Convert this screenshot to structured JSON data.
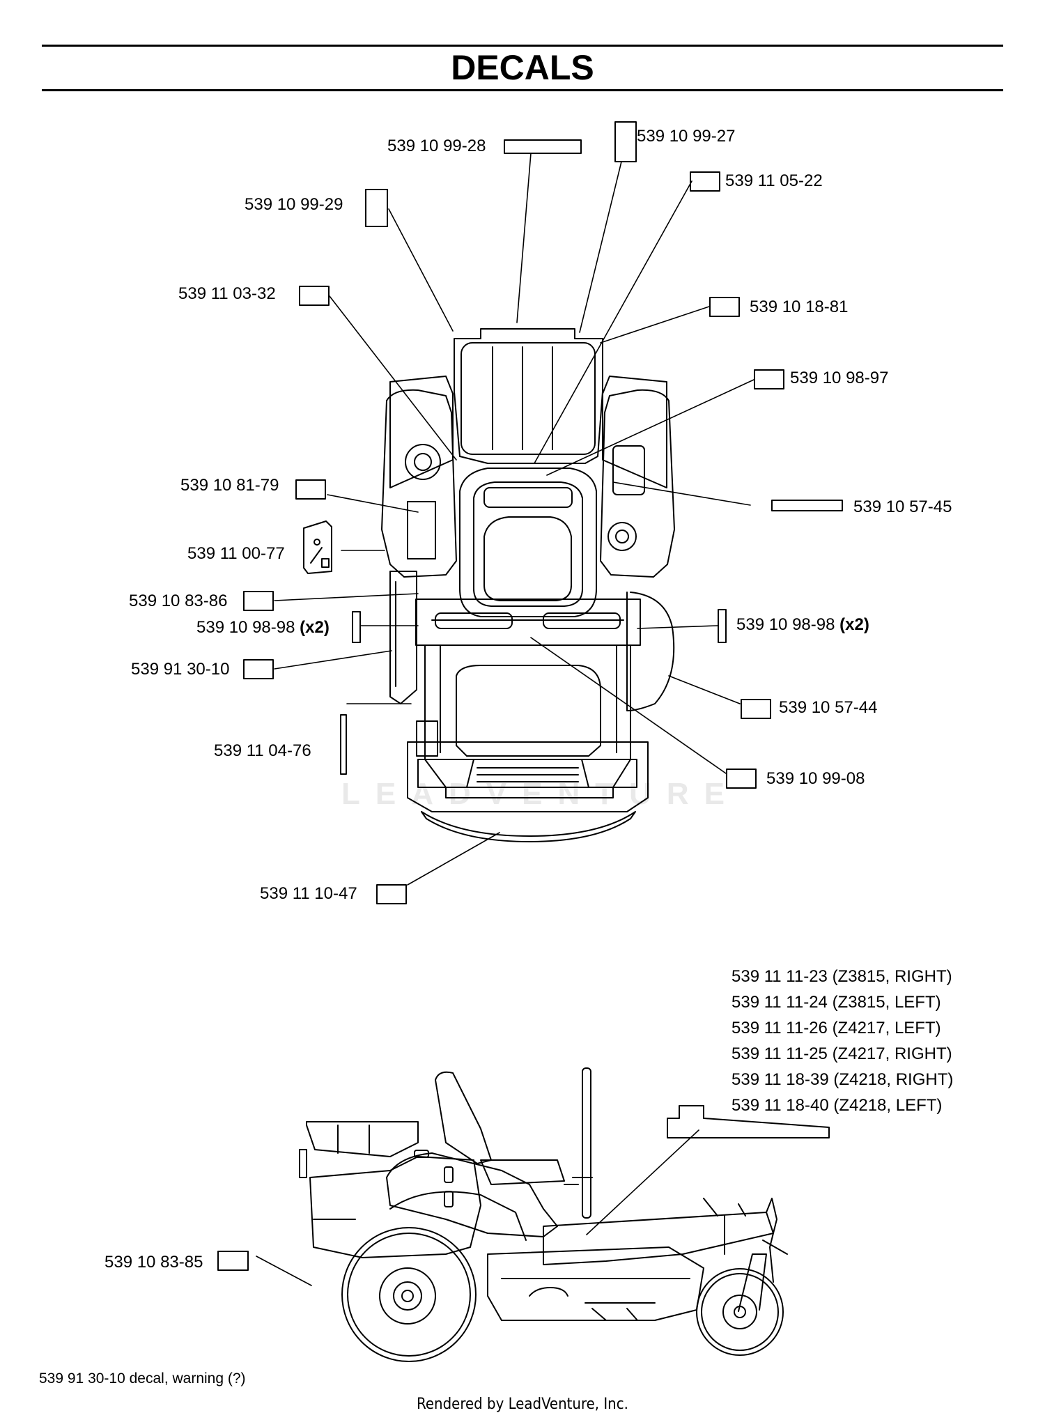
{
  "title": "DECALS",
  "watermark": "LEADVENTURE",
  "labels": {
    "l_99_28": "539 10 99-28",
    "l_99_27": "539 10 99-27",
    "l_05_22": "539 11 05-22",
    "l_99_29": "539 10 99-29",
    "l_03_32": "539 11 03-32",
    "l_18_81": "539 10 18-81",
    "l_98_97": "539 10 98-97",
    "l_81_79": "539 10 81-79",
    "l_57_45": "539 10 57-45",
    "l_00_77": "539 11 00-77",
    "l_83_86": "539 10 83-86",
    "l_98_98_left": "539 10 98-98",
    "l_98_98_right": "539 10 98-98",
    "qty_x2": "(x2)",
    "l_30_10": "539 91 30-10",
    "l_57_44": "539 10 57-44",
    "l_04_76": "539 11 04-76",
    "l_99_08": "539 10 99-08",
    "l_10_47": "539 11 10-47",
    "l_83_85": "539 10 83-85"
  },
  "side_labels": [
    "539 11 11-23 (Z3815, RIGHT)",
    "539 11 11-24 (Z3815, LEFT)",
    "539 11 11-26 (Z4217, LEFT)",
    "539 11 11-25 (Z4217, RIGHT)",
    "539 11 18-39 (Z4218, RIGHT)",
    "539 11 18-40 (Z4218, LEFT)"
  ],
  "note": "539 91 30-10 decal, warning (?)",
  "footer": "Rendered by LeadVenture, Inc."
}
